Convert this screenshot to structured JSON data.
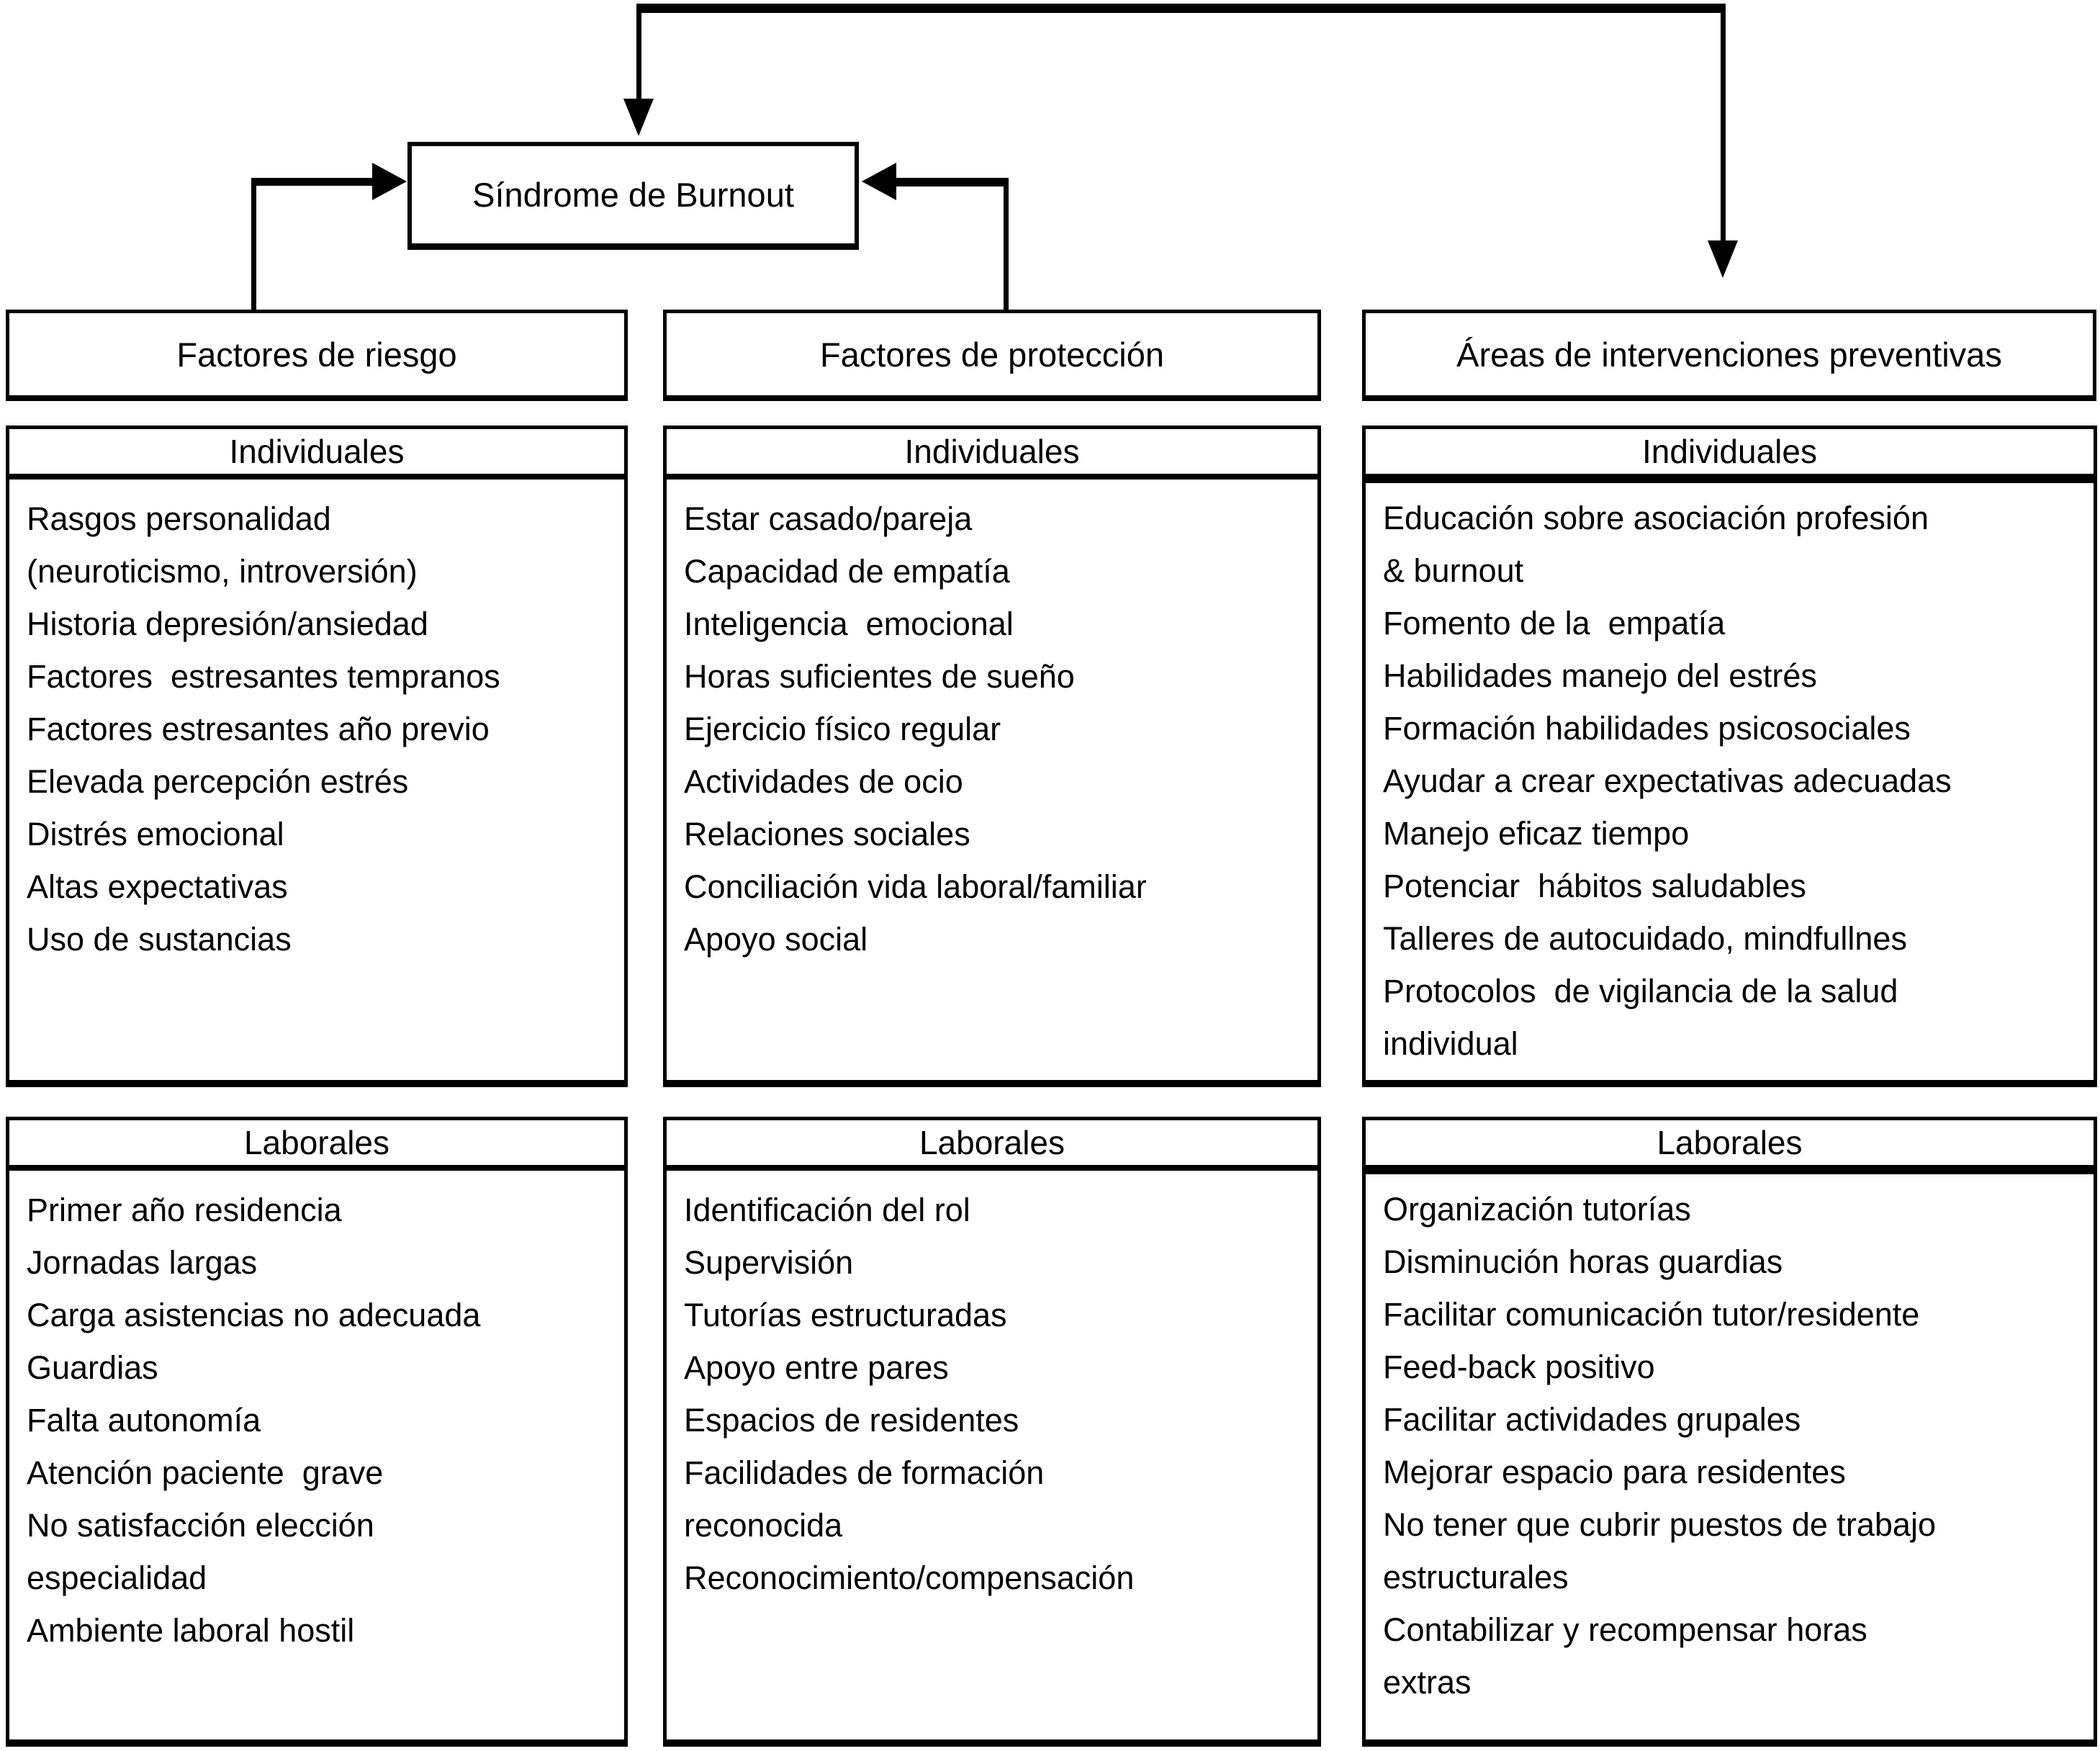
{
  "root": {
    "label": "Síndrome de Burnout"
  },
  "columns": [
    {
      "header": "Factores de riesgo",
      "individuales": {
        "title": "Individuales",
        "items": [
          "Rasgos personalidad",
          "(neuroticismo, introversión)",
          "Historia depresión/ansiedad",
          "Factores  estresantes tempranos",
          "Factores estresantes año previo",
          "Elevada percepción estrés",
          "Distrés emocional",
          "Altas expectativas",
          "Uso de sustancias"
        ]
      },
      "laborales": {
        "title": "Laborales",
        "items": [
          "Primer año residencia",
          "Jornadas largas",
          "Carga asistencias no adecuada",
          "Guardias",
          "Falta autonomía",
          "Atención paciente  grave",
          "No satisfacción elección",
          "especialidad",
          "Ambiente laboral hostil"
        ]
      }
    },
    {
      "header": "Factores de protección",
      "individuales": {
        "title": "Individuales",
        "items": [
          "Estar casado/pareja",
          "Capacidad de empatía",
          "Inteligencia  emocional",
          "Horas suficientes de sueño",
          "Ejercicio físico regular",
          "Actividades de ocio",
          "Relaciones sociales",
          "Conciliación vida laboral/familiar",
          "Apoyo social"
        ]
      },
      "laborales": {
        "title": "Laborales",
        "items": [
          "Identificación del rol",
          "Supervisión",
          "Tutorías estructuradas",
          "Apoyo entre pares",
          "Espacios de residentes",
          "Facilidades de formación",
          "reconocida",
          "Reconocimiento/compensación"
        ]
      }
    },
    {
      "header": "Áreas de intervenciones preventivas",
      "individuales": {
        "title": "Individuales",
        "items": [
          "Educación sobre asociación profesión",
          "& burnout",
          "Fomento de la  empatía",
          "Habilidades manejo del estrés",
          "Formación habilidades psicosociales",
          "Ayudar a crear expectativas adecuadas",
          "Manejo eficaz tiempo",
          "Potenciar  hábitos saludables",
          "Talleres de autocuidado, mindfullnes",
          "Protocolos  de vigilancia de la salud",
          "individual"
        ]
      },
      "laborales": {
        "title": "Laborales",
        "items": [
          "Organización tutorías",
          "Disminución horas guardias",
          "Facilitar comunicación tutor/residente",
          "Feed-back positivo",
          "Facilitar actividades grupales",
          "Mejorar espacio para residentes",
          "No tener que cubrir puestos de trabajo",
          "estructurales",
          "Contabilizar y recompensar horas",
          "extras"
        ]
      }
    }
  ]
}
